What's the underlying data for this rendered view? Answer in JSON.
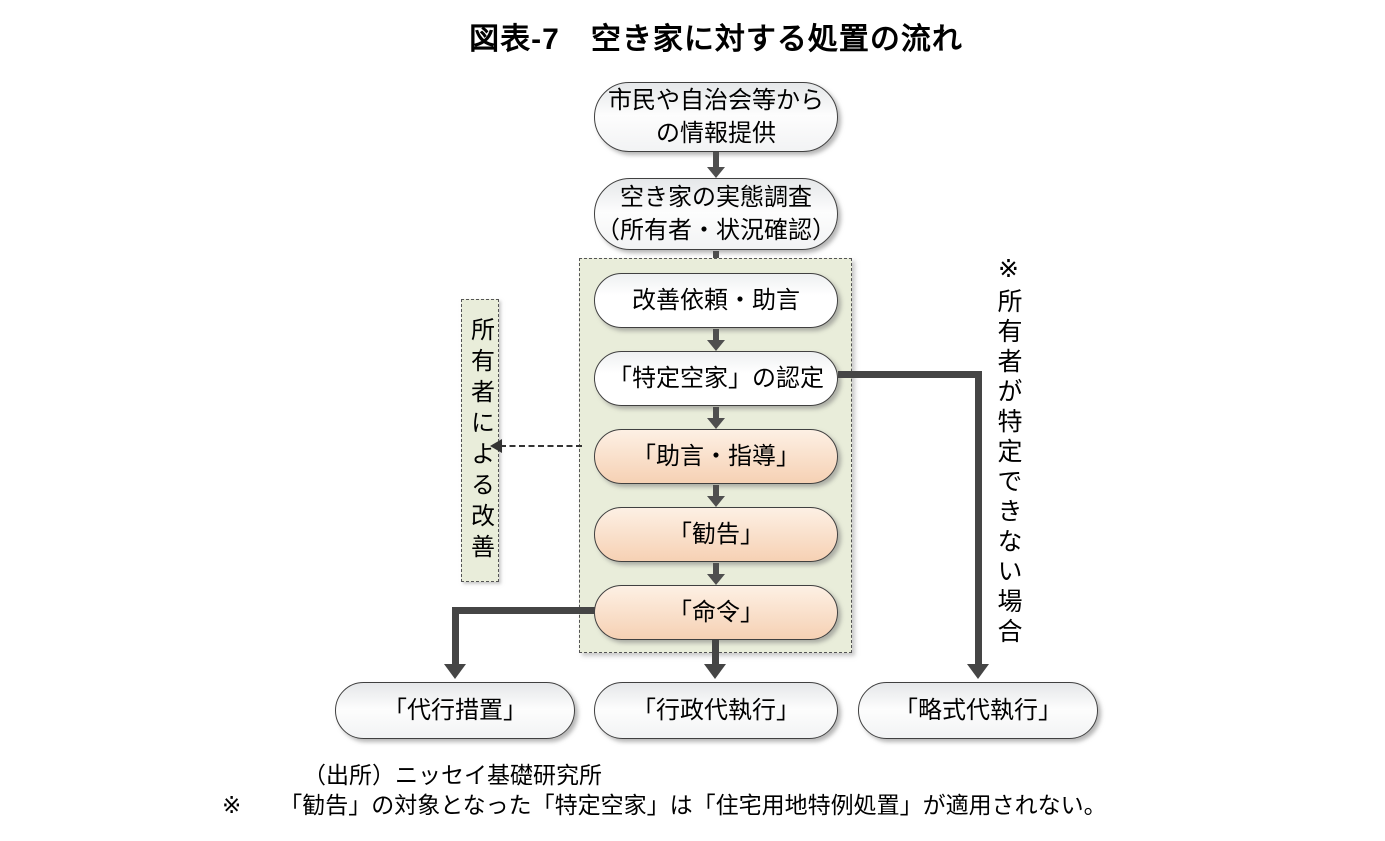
{
  "title": "図表-7　空き家に対する処置の流れ",
  "nodes": {
    "info": {
      "label": "市民や自治会等から\nの情報提供"
    },
    "survey": {
      "label": "空き家の実態調査\n（所有者・状況確認）"
    },
    "advice": {
      "label": "改善依頼・助言"
    },
    "designation": {
      "label": "「特定空家」の認定"
    },
    "guidance": {
      "label": "「助言・指導」"
    },
    "recommendation": {
      "label": "「勧告」"
    },
    "order": {
      "label": "「命令」"
    },
    "proxy_measure": {
      "label": "「代行措置」"
    },
    "administrative_execution": {
      "label": "「行政代執行」"
    },
    "summary_execution": {
      "label": "「略式代執行」"
    }
  },
  "side_labels": {
    "owner_improvement": "所有者による改善",
    "owner_unknown": "※所有者が特定できない場合"
  },
  "notes": {
    "source": "（出所）ニッセイ基礎研究所",
    "remark_mark": "※",
    "remark_text": "「勧告」の対象となった「特定空家」は「住宅用地特例処置」が適用されない。"
  },
  "colors": {
    "panel_green": "#e9edda",
    "peach_top": "#fdf0e4",
    "peach_bottom": "#f6d1b4",
    "gray_box": "#e5e7e9",
    "arrow": "#454545",
    "border": "#404040"
  }
}
